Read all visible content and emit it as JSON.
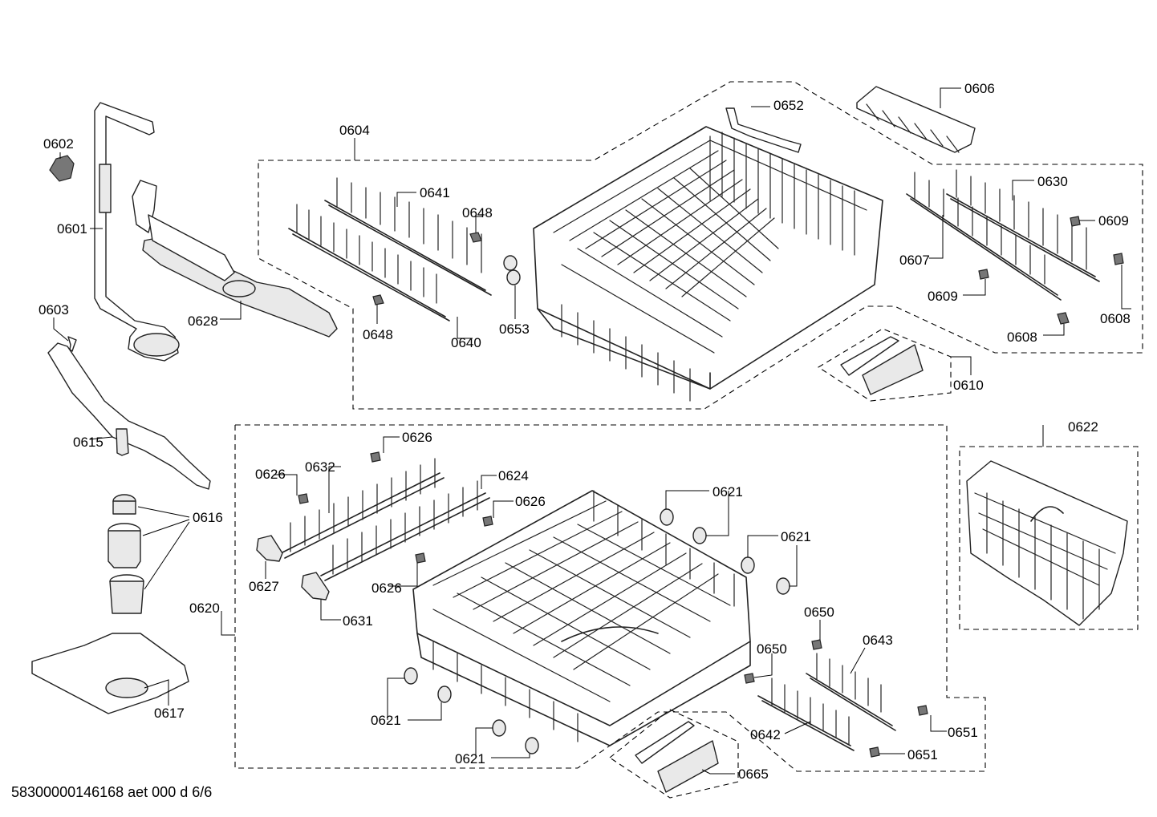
{
  "footer": {
    "code": "58300000146168 aet 000 d 6/6"
  },
  "labels": {
    "p0601": "0601",
    "p0602": "0602",
    "p0603": "0603",
    "p0604": "0604",
    "p0606": "0606",
    "p0607": "0607",
    "p0608a": "0608",
    "p0608b": "0608",
    "p0609a": "0609",
    "p0609b": "0609",
    "p0610": "0610",
    "p0615": "0615",
    "p0616": "0616",
    "p0617": "0617",
    "p0620": "0620",
    "p0621a": "0621",
    "p0621b": "0621",
    "p0621c": "0621",
    "p0621d": "0621",
    "p0622": "0622",
    "p0624": "0624",
    "p0626a": "0626",
    "p0626b": "0626",
    "p0626c": "0626",
    "p0626d": "0626",
    "p0627": "0627",
    "p0628": "0628",
    "p0630": "0630",
    "p0631": "0631",
    "p0632": "0632",
    "p0640": "0640",
    "p0641": "0641",
    "p0642": "0642",
    "p0643": "0643",
    "p0648a": "0648",
    "p0648b": "0648",
    "p0650a": "0650",
    "p0650b": "0650",
    "p0651a": "0651",
    "p0651b": "0651",
    "p0652": "0652",
    "p0653": "0653",
    "p0665": "0665"
  }
}
